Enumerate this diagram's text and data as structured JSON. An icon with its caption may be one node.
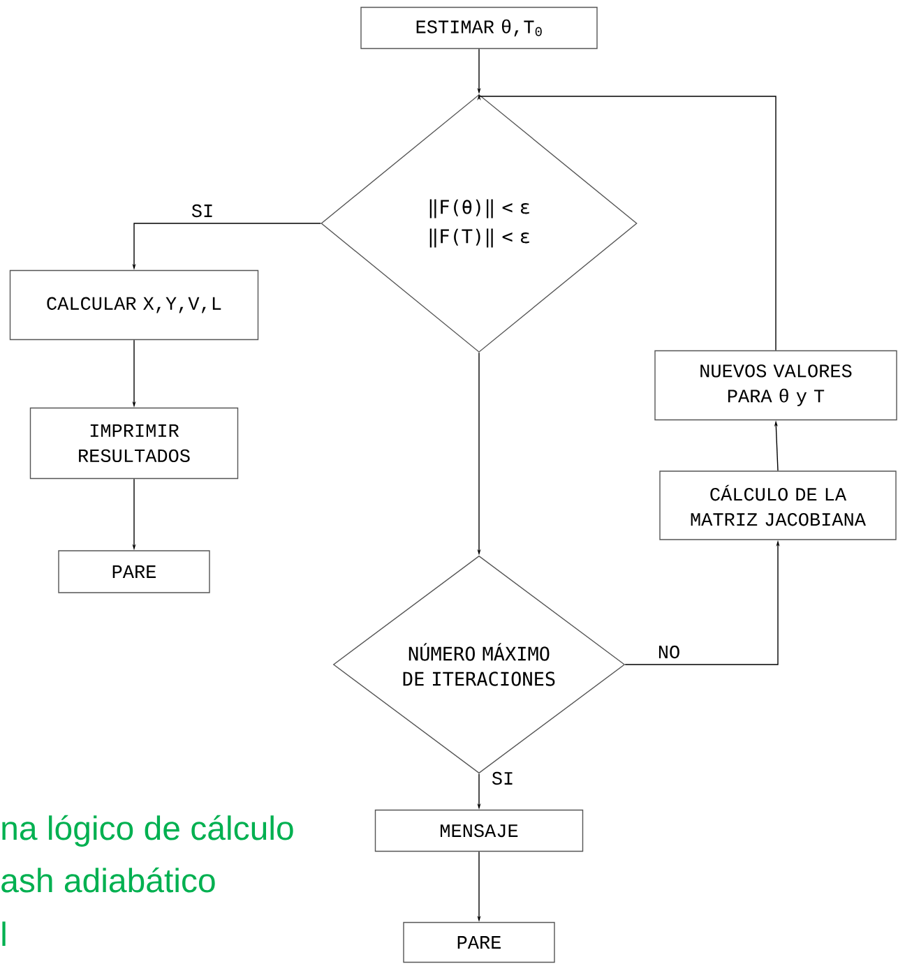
{
  "diagram": {
    "nodes": [
      {
        "text": [
          "ESTIMAR θ,T$_{0}$"
        ]
      },
      {
        "text": [
          "‖F(θ)‖ < ε",
          "‖F(T)‖ < ε"
        ]
      },
      {
        "text": [
          "CALCULAR X,Y,V,L"
        ]
      },
      {
        "text": [
          "IMPRIMIR RESULTADOS"
        ]
      },
      {
        "text": [
          "PARE"
        ]
      },
      {
        "text": [
          "NÚMERO MÁXIMO DE ITERACIONES"
        ]
      },
      {
        "text": [
          "CÁLCULO DE LA MATRIZ JACOBIANA"
        ]
      },
      {
        "text": [
          "NUEVOS VALORES PARA θ y T"
        ]
      },
      {
        "text": [
          "MENSAJE"
        ]
      },
      {
        "text": [
          "PARE"
        ]
      }
    ],
    "edges": [
      {
        "from": 0,
        "to": 1,
        "arrow": "to"
      },
      {
        "from": 1,
        "to": 2,
        "arrow": "to",
        "label": "SI"
      },
      {
        "from": 2,
        "to": 3,
        "arrow": "to"
      },
      {
        "from": 3,
        "to": 4,
        "arrow": "to"
      },
      {
        "from": 1,
        "to": 5,
        "arrow": "to"
      },
      {
        "from": 5,
        "to": 6,
        "arrow": "to",
        "label": "NO"
      },
      {
        "from": 6,
        "to": 7,
        "arrow": "to"
      },
      {
        "from": 7,
        "to": 1,
        "arrow": "to"
      },
      {
        "from": 5,
        "to": 8,
        "arrow": "to",
        "label": "SI"
      },
      {
        "from": 8,
        "to": 9,
        "arrow": "to"
      }
    ],
    "labels": [
      "na lógico de cálculo",
      "ash adiabático",
      "l"
    ]
  }
}
